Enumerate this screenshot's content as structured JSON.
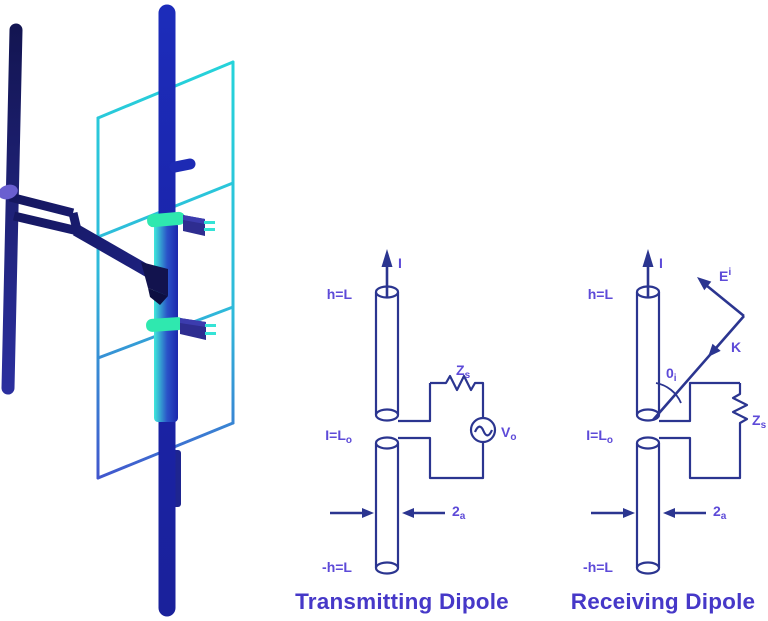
{
  "colors": {
    "diagram_line": "#2b3590",
    "label": "#5d4ad8",
    "title": "#4638c8",
    "mast_blue": "#1b27ad",
    "pole_navy": "#181c74",
    "frame_cyan": "#28ccd9",
    "frame_blue": "#4156cd",
    "clamp_green": "#2fe8af",
    "plug_indigo": "#2e2d90",
    "prong_cyan": "#35e3d6",
    "joint_purple": "#6a5fd0",
    "sleeve_cyan": "#3fe9db"
  },
  "illustration": {
    "name": "3d-dipole-antenna-on-mast",
    "parts": [
      "mast",
      "support-pole",
      "boom-arms",
      "folded-element-frame",
      "mounting-clamp-upper",
      "mounting-clamp-lower",
      "feed-connector-upper",
      "feed-connector-lower"
    ]
  },
  "transmitting": {
    "title": "Transmitting Dipole",
    "current_label": "I",
    "upper_height_label": "h=L",
    "impedance_main": "Z",
    "impedance_sub": "s",
    "source_main": "V",
    "source_sub": "o",
    "feed_main": "I=L",
    "feed_sub": "o",
    "diameter_main": "2",
    "diameter_sub": "a",
    "lower_height_label": "-h=L"
  },
  "receiving": {
    "title": "Receiving Dipole",
    "current_label": "I",
    "upper_height_label": "h=L",
    "efield_main": "E",
    "efield_sup": "i",
    "wavevector_label": "K",
    "angle_main": "0",
    "angle_sub": "i",
    "impedance_main": "Z",
    "impedance_sub": "s",
    "feed_main": "I=L",
    "feed_sub": "o",
    "diameter_main": "2",
    "diameter_sub": "a",
    "lower_height_label": "-h=L"
  }
}
